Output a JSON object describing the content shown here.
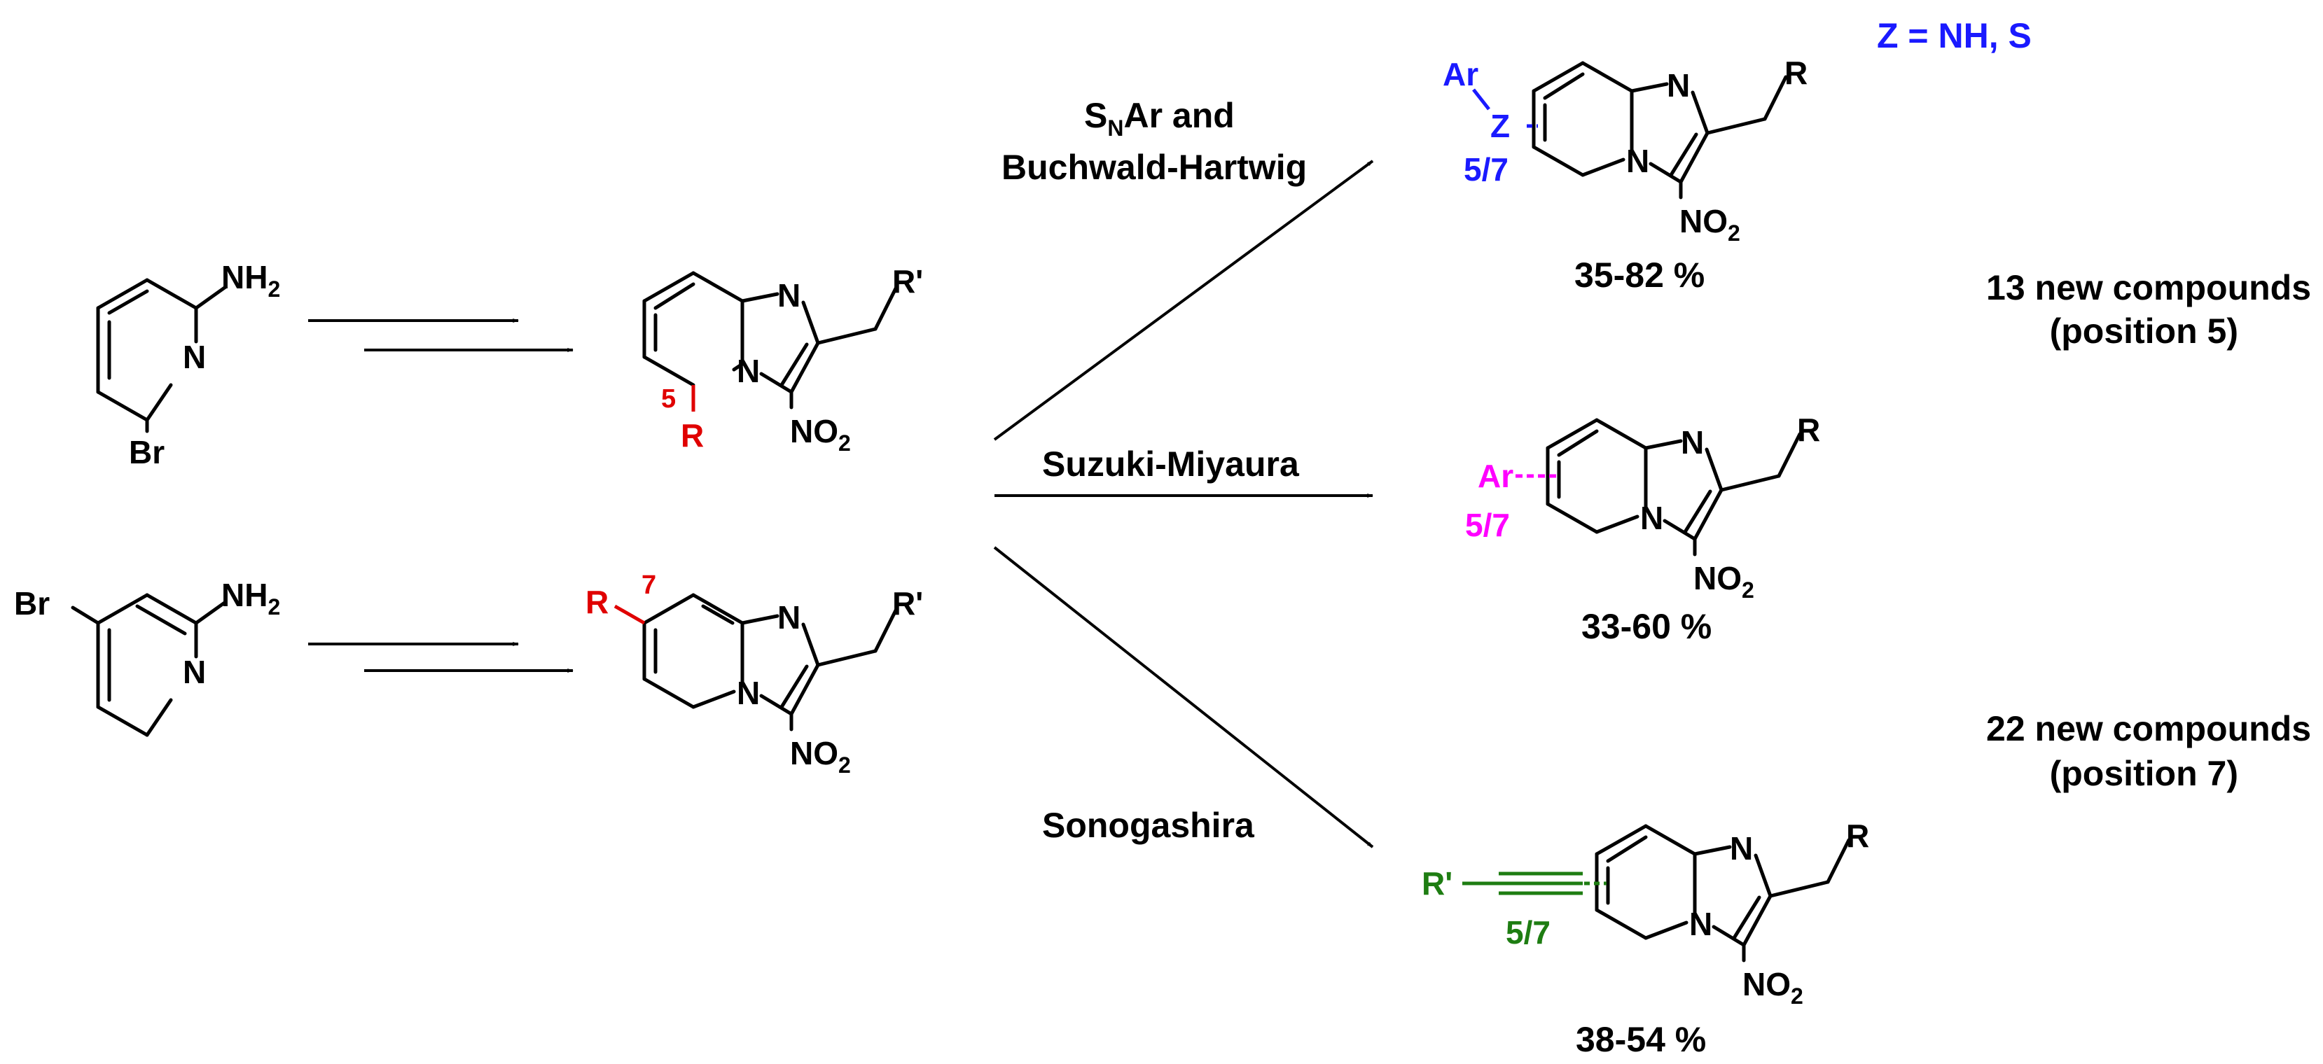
{
  "colors": {
    "black": "#000000",
    "red": "#e00000",
    "blue": "#1a1aff",
    "magenta": "#ff00ff",
    "green": "#1e7d12"
  },
  "atoms": {
    "N": "N",
    "NH": "NH",
    "two": "2",
    "Br": "Br",
    "R": "R",
    "R_prime": "R'",
    "NO": "NO",
    "Ar": "Ar",
    "Z": "Z",
    "five": "5",
    "seven": "7",
    "five_seven": "5/7"
  },
  "reactions": {
    "snar_pre": "S",
    "snar_sub": "N",
    "snar_post": "Ar and",
    "buchwald": "Buchwald-Hartwig",
    "suzuki": "Suzuki-Miyaura",
    "sonogashira": "Sonogashira"
  },
  "yields": {
    "amination": "35-82 %",
    "suzuki": "33-60 %",
    "sonogashira": "38-54 %"
  },
  "notes": {
    "z_def": "Z = NH, S",
    "pos5_line1": "13 new compounds",
    "pos5_line2": "(position 5)",
    "pos7_line1": "22 new compounds",
    "pos7_line2": "(position 7)"
  }
}
